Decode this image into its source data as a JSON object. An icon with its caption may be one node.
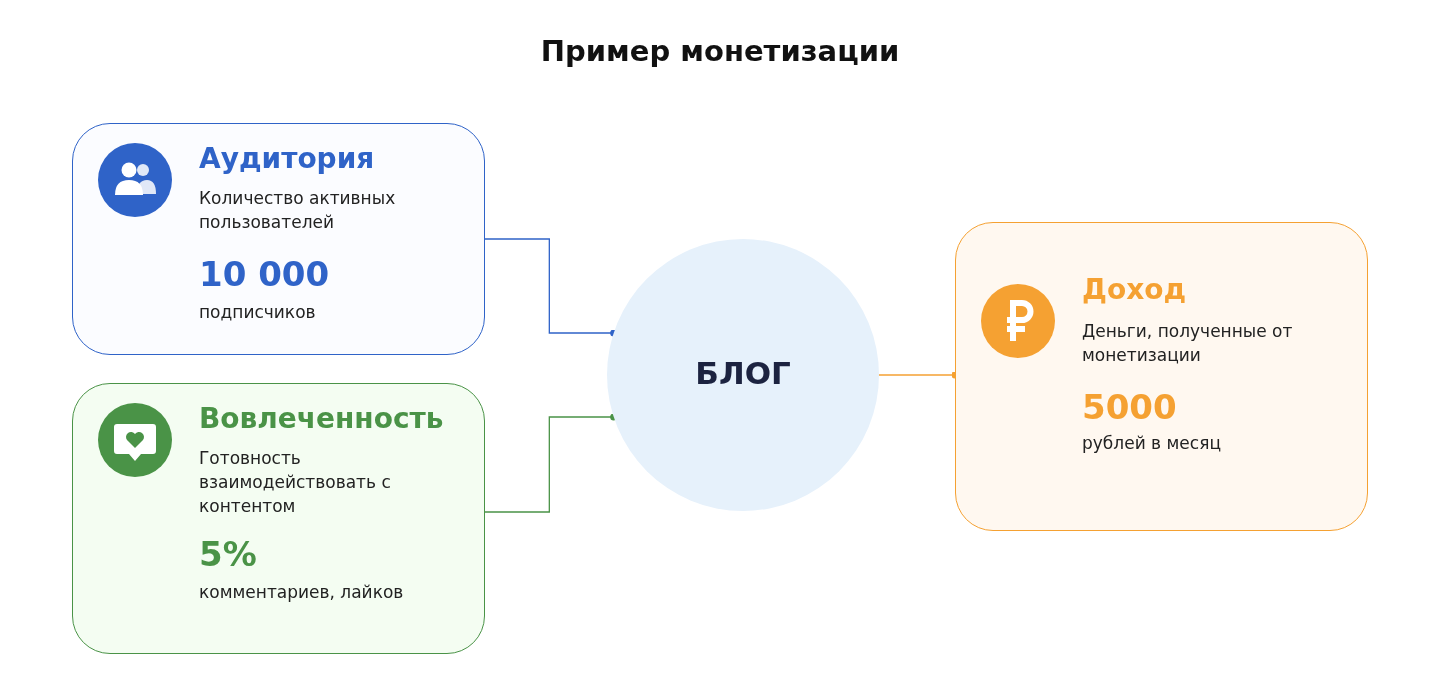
{
  "diagram": {
    "title": "Пример монетизации",
    "nodes": [
      {
        "text": [
          "Аудитория",
          "Количество активных пользователей",
          "10 000",
          "подписчиков"
        ]
      },
      {
        "text": [
          "Вовлеченность",
          "Готовность взаимодействовать с контентом",
          "5%",
          "комментариев, лайков"
        ]
      },
      {
        "text": [
          "БЛОГ"
        ]
      },
      {
        "text": [
          "Доход",
          "Деньги, полученные от монетизации",
          "5000",
          "рублей в месяц"
        ]
      }
    ],
    "edges": [
      {
        "from": 0,
        "to": 2,
        "arrow": "other",
        "color": "#2f63c8"
      },
      {
        "from": 1,
        "to": 2,
        "arrow": "other",
        "color": "#4a9347"
      },
      {
        "from": 2,
        "to": 3,
        "arrow": "other",
        "color": "#f5a132"
      }
    ]
  }
}
